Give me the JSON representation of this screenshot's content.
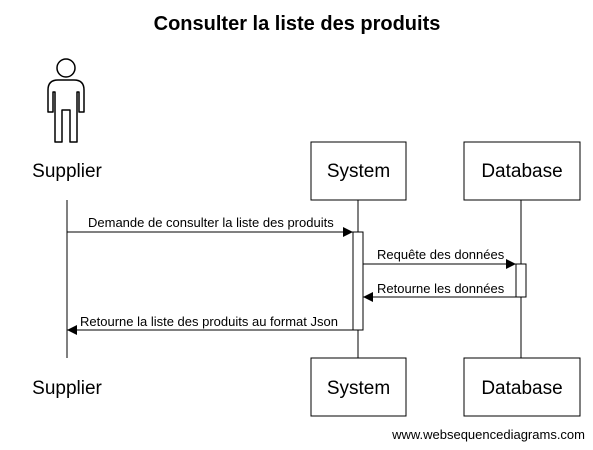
{
  "title": "Consulter la liste des produits",
  "participants": {
    "supplier": "Supplier",
    "system": "System",
    "database": "Database"
  },
  "messages": [
    {
      "from": "supplier",
      "to": "system",
      "label": "Demande de consulter la liste des produits"
    },
    {
      "from": "system",
      "to": "database",
      "label": "Requête des données"
    },
    {
      "from": "database",
      "to": "system",
      "label": "Retourne les données"
    },
    {
      "from": "system",
      "to": "supplier",
      "label": "Retourne la liste des produits au format Json"
    }
  ],
  "watermark": "www.websequencediagrams.com"
}
